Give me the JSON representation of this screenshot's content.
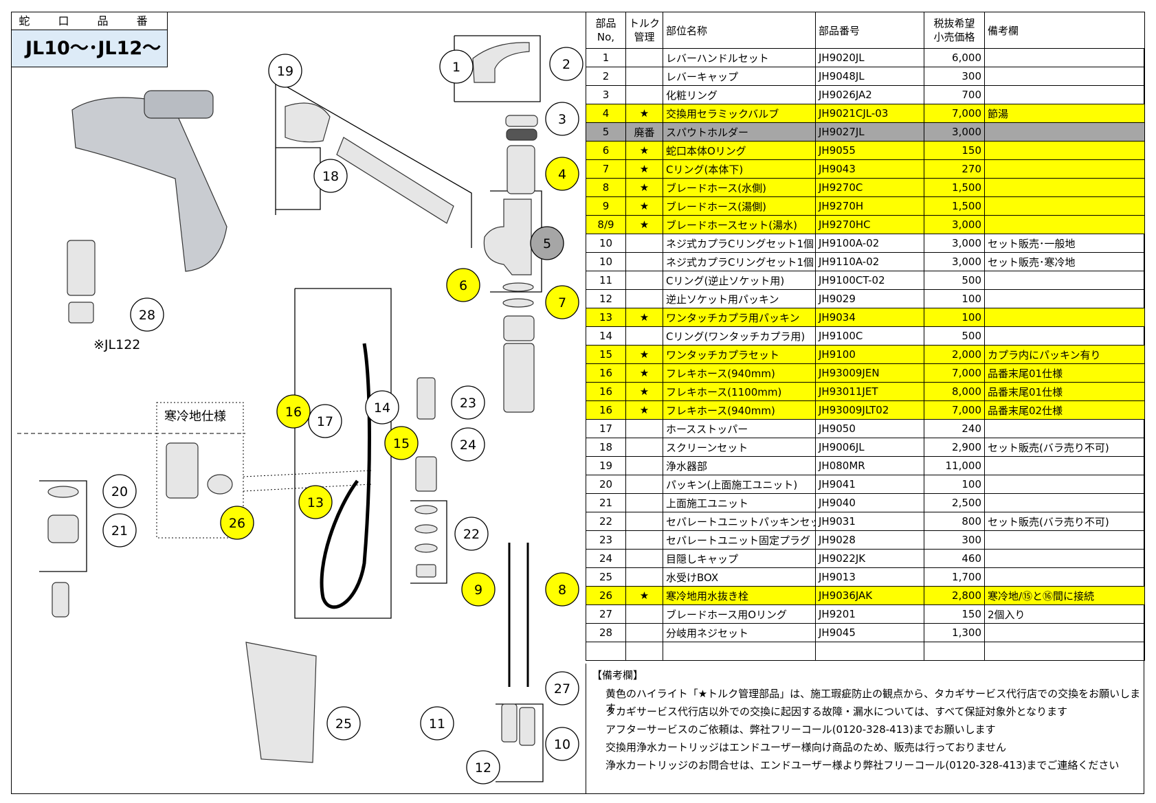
{
  "title_box": {
    "label": "蛇 口 品 番",
    "model": "JL10～･JL12～"
  },
  "diagram": {
    "labels": {
      "jl122": "※JL122",
      "cold_region": "寒冷地仕様"
    },
    "callouts": [
      {
        "n": "1",
        "style": "white"
      },
      {
        "n": "2",
        "style": "white"
      },
      {
        "n": "3",
        "style": "white"
      },
      {
        "n": "4",
        "style": "yellow"
      },
      {
        "n": "5",
        "style": "gray"
      },
      {
        "n": "6",
        "style": "yellow"
      },
      {
        "n": "7",
        "style": "yellow"
      },
      {
        "n": "8",
        "style": "yellow"
      },
      {
        "n": "9",
        "style": "yellow"
      },
      {
        "n": "10",
        "style": "white"
      },
      {
        "n": "11",
        "style": "white"
      },
      {
        "n": "12",
        "style": "white"
      },
      {
        "n": "13",
        "style": "yellow"
      },
      {
        "n": "14",
        "style": "white"
      },
      {
        "n": "15",
        "style": "yellow"
      },
      {
        "n": "16",
        "style": "yellow"
      },
      {
        "n": "17",
        "style": "white"
      },
      {
        "n": "18",
        "style": "white"
      },
      {
        "n": "19",
        "style": "white"
      },
      {
        "n": "20",
        "style": "white"
      },
      {
        "n": "21",
        "style": "white"
      },
      {
        "n": "22",
        "style": "white"
      },
      {
        "n": "23",
        "style": "white"
      },
      {
        "n": "24",
        "style": "white"
      },
      {
        "n": "25",
        "style": "white"
      },
      {
        "n": "26",
        "style": "yellow"
      },
      {
        "n": "27",
        "style": "white"
      },
      {
        "n": "28",
        "style": "white"
      }
    ]
  },
  "table": {
    "headers": [
      "部品\nNo,",
      "トルク\n管理",
      "部位名称",
      "部品番号",
      "税抜希望\n小売価格",
      "備考欄"
    ],
    "rows": [
      {
        "no": "1",
        "torque": "",
        "name": "レバーハンドルセット",
        "part": "JH9020JL",
        "price": "6,000",
        "note": "",
        "hl": ""
      },
      {
        "no": "2",
        "torque": "",
        "name": "レバーキャップ",
        "part": "JH9048JL",
        "price": "300",
        "note": "",
        "hl": ""
      },
      {
        "no": "3",
        "torque": "",
        "name": "化粧リング",
        "part": "JH9026JA2",
        "price": "700",
        "note": "",
        "hl": ""
      },
      {
        "no": "4",
        "torque": "★",
        "name": "交換用セラミックバルブ",
        "part": "JH9021CJL-03",
        "price": "7,000",
        "note": "節湯",
        "hl": "yellow"
      },
      {
        "no": "5",
        "torque": "廃番",
        "name": "スパウトホルダー",
        "part": "JH9027JL",
        "price": "3,000",
        "note": "",
        "hl": "gray"
      },
      {
        "no": "6",
        "torque": "★",
        "name": "蛇口本体Oリング",
        "part": "JH9055",
        "price": "150",
        "note": "",
        "hl": "yellow"
      },
      {
        "no": "7",
        "torque": "★",
        "name": "Cリング(本体下)",
        "part": "JH9043",
        "price": "270",
        "note": "",
        "hl": "yellow"
      },
      {
        "no": "8",
        "torque": "★",
        "name": "ブレードホース(水側)",
        "part": "JH9270C",
        "price": "1,500",
        "note": "",
        "hl": "yellow"
      },
      {
        "no": "9",
        "torque": "★",
        "name": "ブレードホース(湯側)",
        "part": "JH9270H",
        "price": "1,500",
        "note": "",
        "hl": "yellow"
      },
      {
        "no": "8/9",
        "torque": "★",
        "name": "ブレードホースセット(湯水)",
        "part": "JH9270HC",
        "price": "3,000",
        "note": "",
        "hl": "yellow"
      },
      {
        "no": "10",
        "torque": "",
        "name": "ネジ式カプラCリングセット1個",
        "part": "JH9100A-02",
        "price": "3,000",
        "note": "セット販売･一般地",
        "hl": ""
      },
      {
        "no": "10",
        "torque": "",
        "name": "ネジ式カプラCリングセット1個",
        "part": "JH9110A-02",
        "price": "3,000",
        "note": "セット販売･寒冷地",
        "hl": ""
      },
      {
        "no": "11",
        "torque": "",
        "name": "Cリング(逆止ソケット用)",
        "part": "JH9100CT-02",
        "price": "500",
        "note": "",
        "hl": ""
      },
      {
        "no": "12",
        "torque": "",
        "name": "逆止ソケット用パッキン",
        "part": "JH9029",
        "price": "100",
        "note": "",
        "hl": ""
      },
      {
        "no": "13",
        "torque": "★",
        "name": "ワンタッチカプラ用パッキン",
        "part": "JH9034",
        "price": "100",
        "note": "",
        "hl": "yellow"
      },
      {
        "no": "14",
        "torque": "",
        "name": "Cリング(ワンタッチカプラ用)",
        "part": "JH9100C",
        "price": "500",
        "note": "",
        "hl": ""
      },
      {
        "no": "15",
        "torque": "★",
        "name": "ワンタッチカプラセット",
        "part": "JH9100",
        "price": "2,000",
        "note": "カプラ内にパッキン有り",
        "hl": "yellow"
      },
      {
        "no": "16",
        "torque": "★",
        "name": "フレキホース(940mm)",
        "part": "JH93009JEN",
        "price": "7,000",
        "note": "品番末尾01仕様",
        "hl": "yellow"
      },
      {
        "no": "16",
        "torque": "★",
        "name": "フレキホース(1100mm)",
        "part": "JH93011JET",
        "price": "8,000",
        "note": "品番末尾01仕様",
        "hl": "yellow"
      },
      {
        "no": "16",
        "torque": "★",
        "name": "フレキホース(940mm)",
        "part": "JH93009JLT02",
        "price": "7,000",
        "note": "品番末尾02仕様",
        "hl": "yellow"
      },
      {
        "no": "17",
        "torque": "",
        "name": "ホースストッパー",
        "part": "JH9050",
        "price": "240",
        "note": "",
        "hl": ""
      },
      {
        "no": "18",
        "torque": "",
        "name": "スクリーンセット",
        "part": "JH9006JL",
        "price": "2,900",
        "note": "セット販売(バラ売り不可)",
        "hl": ""
      },
      {
        "no": "19",
        "torque": "",
        "name": "浄水器部",
        "part": "JH080MR",
        "price": "11,000",
        "note": "",
        "hl": ""
      },
      {
        "no": "20",
        "torque": "",
        "name": "パッキン(上面施工ユニット)",
        "part": "JH9041",
        "price": "100",
        "note": "",
        "hl": ""
      },
      {
        "no": "21",
        "torque": "",
        "name": "上面施工ユニット",
        "part": "JH9040",
        "price": "2,500",
        "note": "",
        "hl": ""
      },
      {
        "no": "22",
        "torque": "",
        "name": "セパレートユニットパッキンセット",
        "part": "JH9031",
        "price": "800",
        "note": "セット販売(バラ売り不可)",
        "hl": ""
      },
      {
        "no": "23",
        "torque": "",
        "name": "セパレートユニット固定プラグ",
        "part": "JH9028",
        "price": "300",
        "note": "",
        "hl": ""
      },
      {
        "no": "24",
        "torque": "",
        "name": "目隠しキャップ",
        "part": "JH9022JK",
        "price": "460",
        "note": "",
        "hl": ""
      },
      {
        "no": "25",
        "torque": "",
        "name": "水受けBOX",
        "part": "JH9013",
        "price": "1,700",
        "note": "",
        "hl": ""
      },
      {
        "no": "26",
        "torque": "★",
        "name": "寒冷地用水抜き栓",
        "part": "JH9036JAK",
        "price": "2,800",
        "note": "寒冷地/⑮と⑯間に接続",
        "hl": "yellow"
      },
      {
        "no": "27",
        "torque": "",
        "name": "ブレードホース用Oリング",
        "part": "JH9201",
        "price": "150",
        "note": "2個入り",
        "hl": ""
      },
      {
        "no": "28",
        "torque": "",
        "name": "分岐用ネジセット",
        "part": "JH9045",
        "price": "1,300",
        "note": "",
        "hl": ""
      },
      {
        "no": "",
        "torque": "",
        "name": "",
        "part": "",
        "price": "",
        "note": "",
        "hl": ""
      }
    ]
  },
  "notes": {
    "title": "【備考欄】",
    "lines": [
      "黄色のハイライト「★トルク管理部品」は、施工瑕疵防止の観点から、タカギサービス代行店での交換をお願いします",
      "タカギサービス代行店以外での交換に起因する故障・漏水については、すべて保証対象外となります",
      "アフターサービスのご依頼は、弊社フリーコール(0120-328-413)までお願いします",
      "交換用浄水カートリッジはエンドユーザー様向け商品のため、販売は行っておりません",
      "浄水カートリッジのお問合せは、エンドユーザー様より弊社フリーコール(0120-328-413)までご連絡ください"
    ]
  },
  "colors": {
    "highlight": "#ffff00",
    "discontinued": "#a6a6a6",
    "title_bg": "#ddebf7"
  }
}
